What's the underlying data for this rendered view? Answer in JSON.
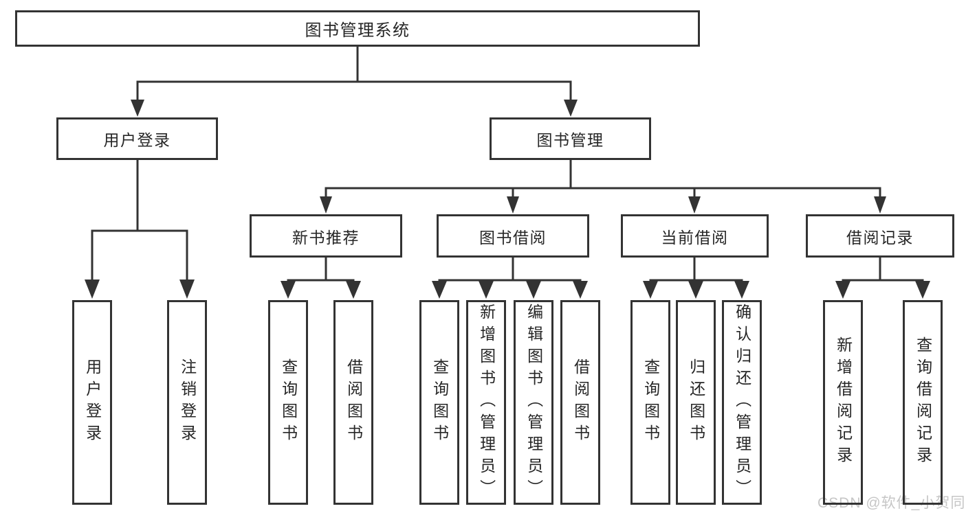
{
  "tree": {
    "label": "图书管理系统",
    "children": [
      {
        "label": "用户登录",
        "children": [
          {
            "label": "用户登录"
          },
          {
            "label": "注销登录"
          }
        ]
      },
      {
        "label": "图书管理",
        "children": [
          {
            "label": "新书推荐",
            "children": [
              {
                "label": "查询图书"
              },
              {
                "label": "借阅图书"
              }
            ]
          },
          {
            "label": "图书借阅",
            "children": [
              {
                "label": "查询图书"
              },
              {
                "label": "新增图书（管理员）"
              },
              {
                "label": "编辑图书（管理员）"
              },
              {
                "label": "借阅图书"
              }
            ]
          },
          {
            "label": "当前借阅",
            "children": [
              {
                "label": "查询图书"
              },
              {
                "label": "归还图书"
              },
              {
                "label": "确认归还（管理员）"
              }
            ]
          },
          {
            "label": "借阅记录",
            "children": [
              {
                "label": "新增借阅记录"
              },
              {
                "label": "查询借阅记录"
              }
            ]
          }
        ]
      }
    ]
  },
  "watermark": {
    "text": "CSDN @软件_小贺同学"
  },
  "colors": {
    "line": "#333333",
    "text": "#262626",
    "watermark": "#c6c6c6",
    "background": "#ffffff"
  }
}
